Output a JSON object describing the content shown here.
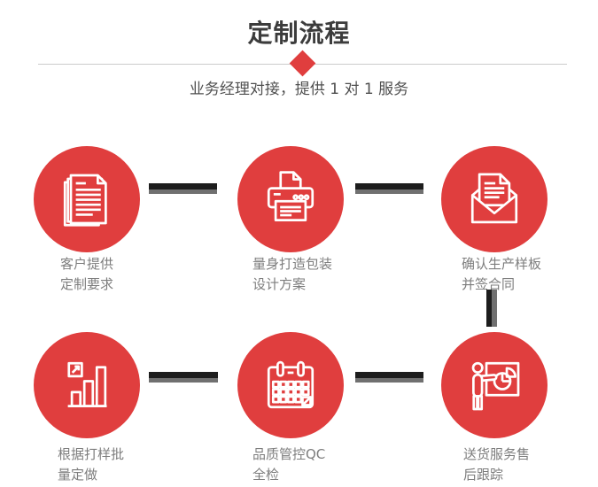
{
  "header": {
    "title": "定制流程",
    "subtitle": "业务经理对接，提供 1 对 1 服务"
  },
  "steps": [
    {
      "icon": "documents-icon",
      "label_line1": "客户提供",
      "label_line2": "定制要求"
    },
    {
      "icon": "printer-icon",
      "label_line1": "量身打造包装",
      "label_line2": "设计方案"
    },
    {
      "icon": "envelope-icon",
      "label_line1": "确认生产样板",
      "label_line2": "并签合同"
    },
    {
      "icon": "bar-chart-icon",
      "label_line1": "根据打样批",
      "label_line2": "量定做"
    },
    {
      "icon": "calendar-icon",
      "label_line1": "品质管控QC",
      "label_line2": "全检"
    },
    {
      "icon": "presentation-icon",
      "label_line1": "送货服务售",
      "label_line2": "后跟踪"
    }
  ],
  "colors": {
    "accent_red": "#E03E3E",
    "connector_dark": "#1D1D1D",
    "connector_gray": "#707070",
    "title_text": "#3C3C3C",
    "subtitle_text": "#4F4F4F",
    "label_text": "#7D7D7D",
    "divider": "#CBCBCB"
  }
}
